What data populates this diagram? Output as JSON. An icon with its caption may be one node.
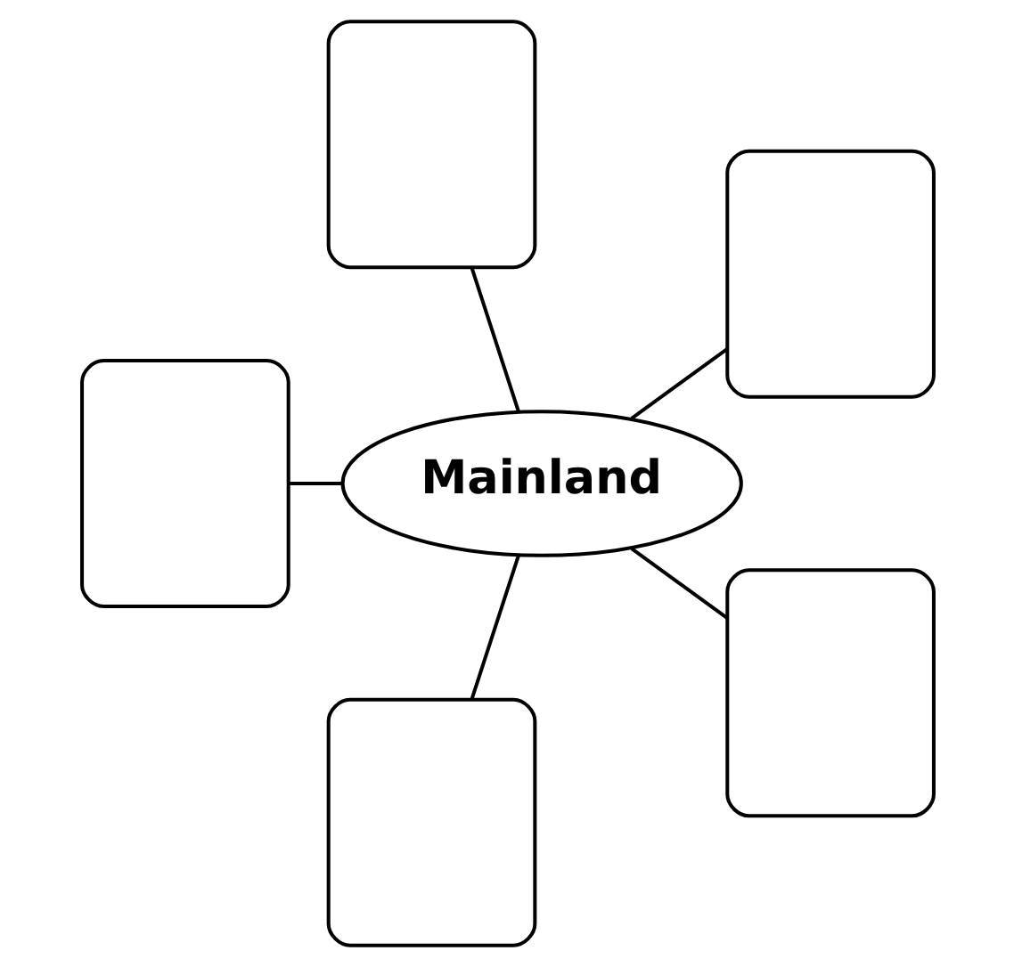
{
  "diagram": {
    "nodes": [
      {
        "text": [],
        "shape": "box"
      },
      {
        "text": [],
        "shape": "box"
      },
      {
        "text": [],
        "shape": "box"
      },
      {
        "text": [
          "Mainland"
        ]
      },
      {
        "text": [],
        "shape": "box"
      },
      {
        "text": [],
        "shape": "box"
      }
    ],
    "edges": [
      {
        "from": 3,
        "to": 0,
        "arrow": "none"
      },
      {
        "from": 3,
        "to": 1,
        "arrow": "none"
      },
      {
        "from": 3,
        "to": 2,
        "arrow": "none"
      },
      {
        "from": 3,
        "to": 4,
        "arrow": "none"
      },
      {
        "from": 3,
        "to": 5,
        "arrow": "none"
      }
    ]
  }
}
